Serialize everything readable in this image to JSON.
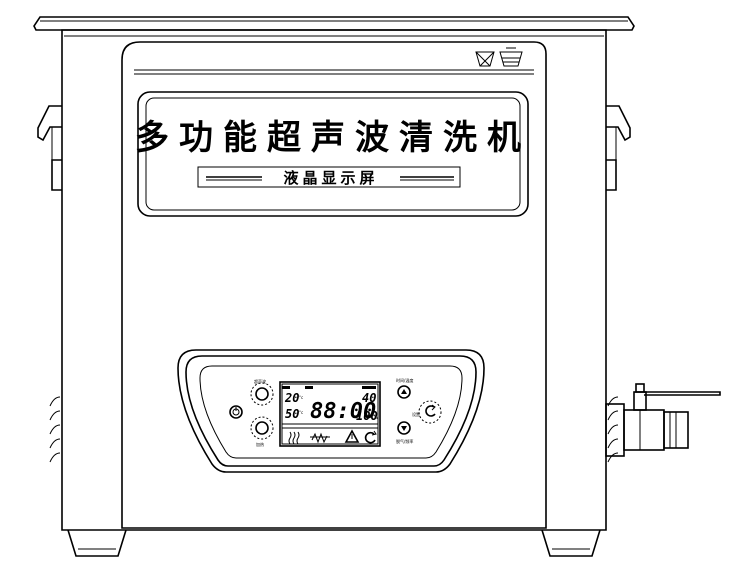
{
  "panel": {
    "title": "多功能超声波清洗机",
    "subtitle": "液晶显示屏"
  },
  "lcd": {
    "temp_set": "20",
    "temp_actual": "50",
    "timer": "88:00",
    "degas_value": "40",
    "power_percent": "100"
  },
  "icons": {
    "wash_tub": "wash-tub-icon",
    "power": "power-icon",
    "heater": "heater-icon",
    "sweep_wave": "sweep-wave-icon",
    "warning": "warning-triangle-icon",
    "degas": "degas-cycle-icon",
    "up": "arrow-up-icon",
    "down": "arrow-down-icon",
    "rotate": "rotate-icon"
  },
  "colors": {
    "line": "#000000",
    "background": "#ffffff"
  }
}
